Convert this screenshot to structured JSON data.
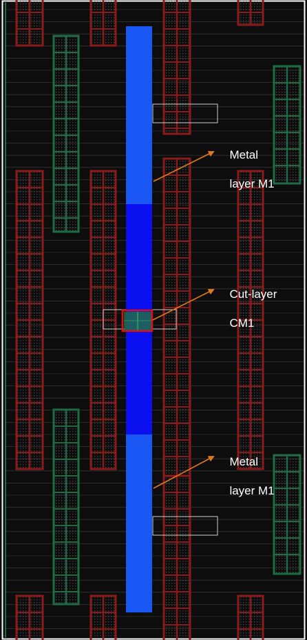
{
  "colors": {
    "background": "#0d0d0d",
    "frame": "#ffffff",
    "gridline": "#6b6b6b",
    "red_cell": "#8b1a1a",
    "green_cell": "#1f6b46",
    "metal_light": "#1a57f5",
    "metal_dark": "#0b10f0",
    "cut_highlight": "#e01010",
    "arrow": "#e07a1c",
    "white_box": "#cfcfcf",
    "label_text": "#ffffff"
  },
  "annotations": [
    {
      "line1": "Metal",
      "line2": "layer M1"
    },
    {
      "line1": "Cut-layer",
      "line2": "CM1"
    },
    {
      "line1": "Metal",
      "line2": "layer M1"
    }
  ]
}
